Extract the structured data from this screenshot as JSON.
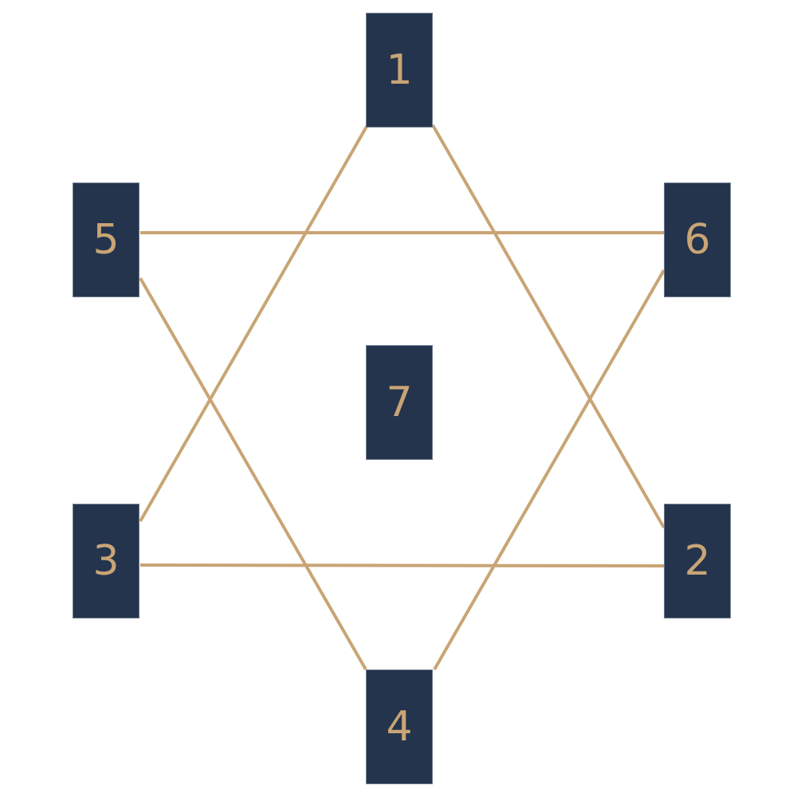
{
  "colors": {
    "background": "#ffffff",
    "card_fill": "#24344d",
    "card_text": "#c9a475",
    "connector": "#c9a475"
  },
  "cards": [
    {
      "id": "1",
      "label": "1"
    },
    {
      "id": "2",
      "label": "2"
    },
    {
      "id": "3",
      "label": "3"
    },
    {
      "id": "4",
      "label": "4"
    },
    {
      "id": "5",
      "label": "5"
    },
    {
      "id": "6",
      "label": "6"
    },
    {
      "id": "7",
      "label": "7"
    }
  ],
  "connections": [
    {
      "from": "1",
      "to": "3"
    },
    {
      "from": "1",
      "to": "2"
    },
    {
      "from": "5",
      "to": "6"
    },
    {
      "from": "5",
      "to": "4"
    },
    {
      "from": "6",
      "to": "4"
    },
    {
      "from": "3",
      "to": "2"
    }
  ]
}
